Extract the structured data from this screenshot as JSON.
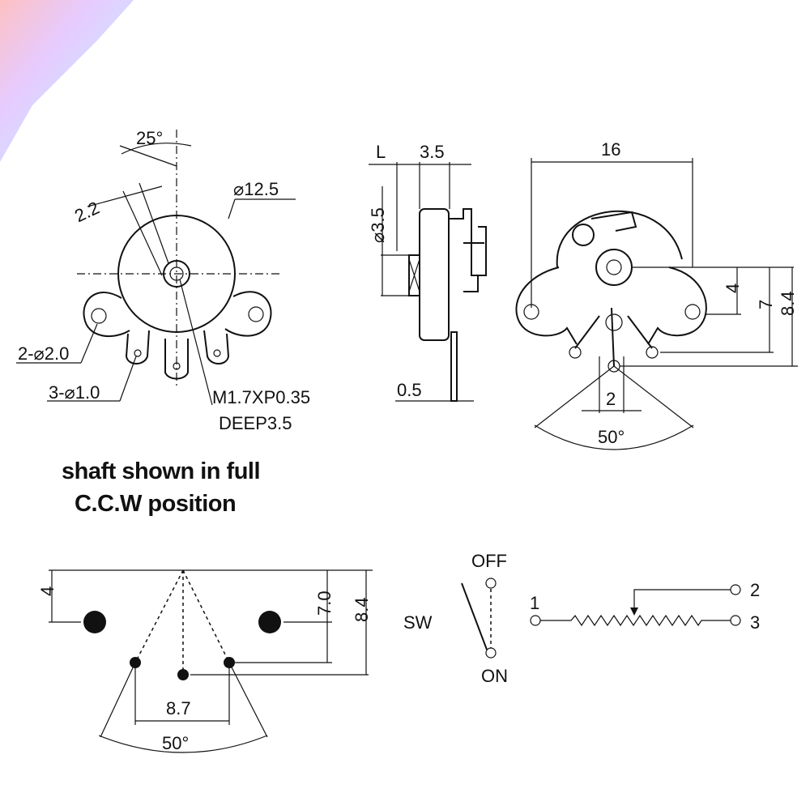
{
  "front_view": {
    "angle": "25°",
    "slot_width": "2.2",
    "diameter": "⌀12.5",
    "mount_holes": "2-⌀2.0",
    "pin_holes": "3-⌀1.0",
    "thread": "M1.7XP0.35",
    "depth": "DEEP3.5"
  },
  "side_view": {
    "L": "L",
    "width": "3.5",
    "shaft_dia": "⌀3.5",
    "pin": "0.5"
  },
  "rear_view": {
    "width": "16",
    "h1": "4",
    "h2": "7",
    "h3": "8.4",
    "pitch": "2",
    "angle": "50°"
  },
  "caption": {
    "line1": "shaft shown in full",
    "line2": "C.C.W position"
  },
  "pcb_layout": {
    "h1": "4",
    "h2": "7.0",
    "h3": "8.4",
    "spacing": "8.7",
    "angle": "50°"
  },
  "schematic": {
    "sw": "SW",
    "off": "OFF",
    "on": "ON",
    "pin1": "1",
    "pin2": "2",
    "pin3": "3"
  }
}
